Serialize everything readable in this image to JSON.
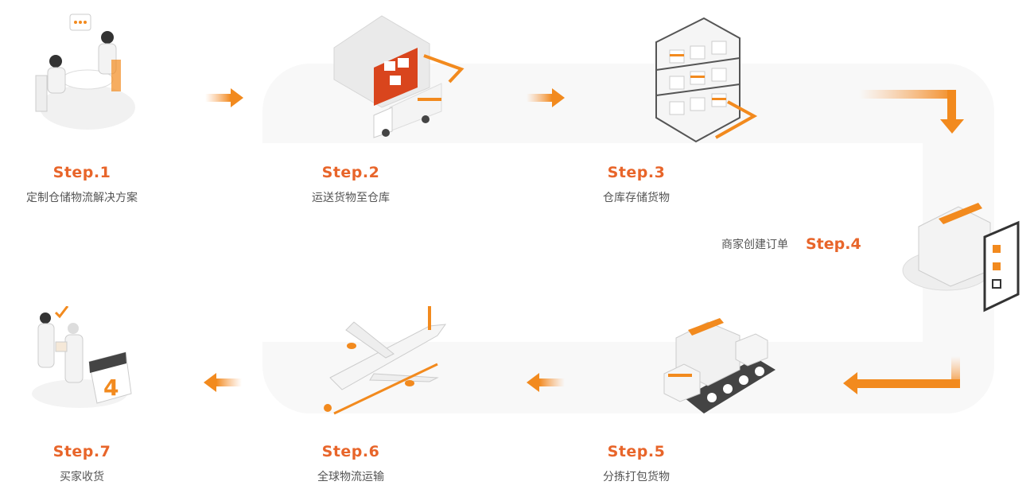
{
  "accent": "#e8652a",
  "steps": [
    {
      "title": "Step.1",
      "desc": "定制仓储物流解决方案",
      "icon": "meeting-illustration"
    },
    {
      "title": "Step.2",
      "desc": "运送货物至仓库",
      "icon": "warehouse-truck-illustration"
    },
    {
      "title": "Step.3",
      "desc": "仓库存储货物",
      "icon": "shelf-illustration"
    },
    {
      "title": "Step.4",
      "desc": "商家创建订单",
      "icon": "order-checklist-illustration"
    },
    {
      "title": "Step.5",
      "desc": "分拣打包货物",
      "icon": "conveyor-illustration"
    },
    {
      "title": "Step.6",
      "desc": "全球物流运输",
      "icon": "airplane-illustration"
    },
    {
      "title": "Step.7",
      "desc": "买家收货",
      "icon": "delivery-illustration"
    }
  ]
}
